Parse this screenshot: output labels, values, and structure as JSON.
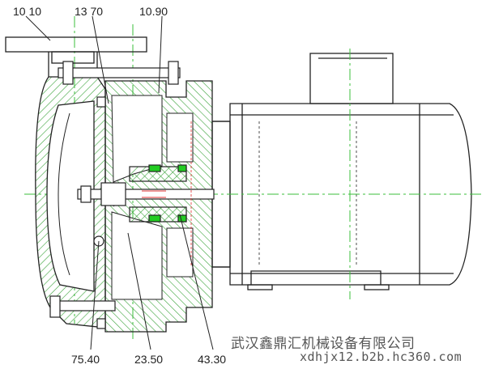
{
  "diagram": {
    "labels": [
      {
        "id": "p1010",
        "text": "10 10"
      },
      {
        "id": "p1370",
        "text": "13 70"
      },
      {
        "id": "p1090",
        "text": "10.90"
      },
      {
        "id": "p7540",
        "text": "75.40"
      },
      {
        "id": "p2350",
        "text": "23.50"
      },
      {
        "id": "p4330",
        "text": "43.30"
      }
    ],
    "colors": {
      "line": "#222222",
      "hatch_green": "#3aa33a",
      "seal_green": "#22cc22",
      "centerline": "#3bbf3b",
      "red_detail": "#e03030"
    }
  },
  "watermark": {
    "company": "武汉鑫鼎汇机械设备有限公司",
    "url": "xdhjx12.b2b.hc360.com"
  }
}
